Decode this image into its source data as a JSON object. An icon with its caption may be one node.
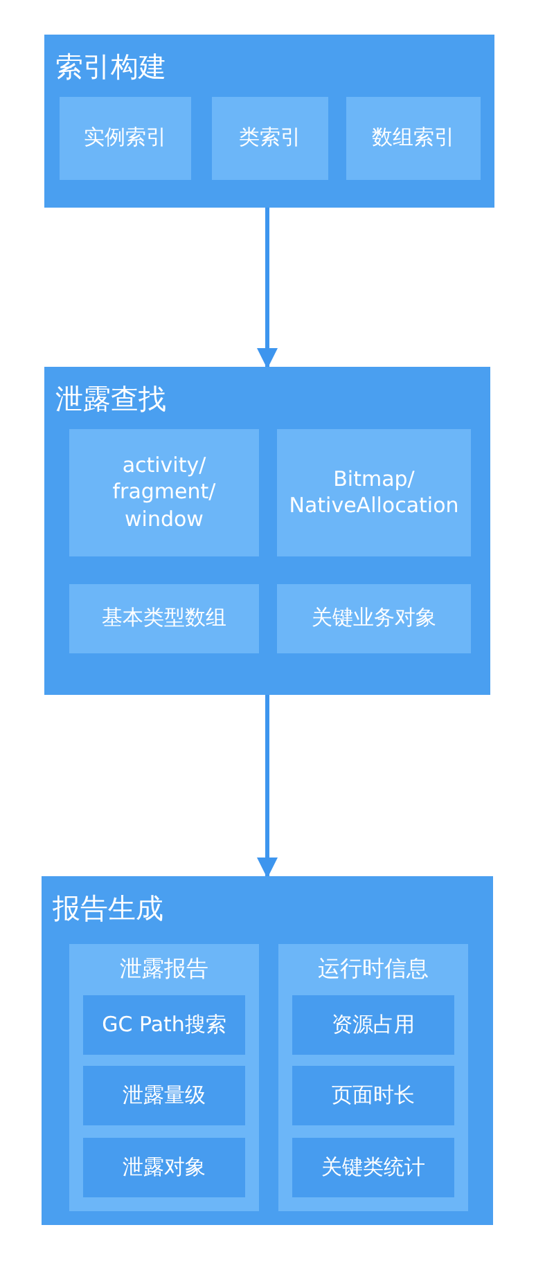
{
  "diagram": {
    "nodes": [
      {
        "text": [
          "索引构建"
        ]
      },
      {
        "text": [
          "实例索引"
        ],
        "in": 0
      },
      {
        "text": [
          "类索引"
        ],
        "in": 0
      },
      {
        "text": [
          "数组索引"
        ],
        "in": 0
      },
      {
        "text": [
          "泄露查找"
        ]
      },
      {
        "text": [
          "activity/ fragment/ window"
        ],
        "in": 4
      },
      {
        "text": [
          "Bitmap/ NativeAllocation"
        ],
        "in": 4
      },
      {
        "text": [
          "基本类型数组"
        ],
        "in": 4
      },
      {
        "text": [
          "关键业务对象"
        ],
        "in": 4
      },
      {
        "text": [
          "报告生成"
        ]
      },
      {
        "text": [
          "泄露报告"
        ],
        "in": 9
      },
      {
        "text": [
          "GC Path搜索"
        ],
        "in": 10
      },
      {
        "text": [
          "泄露量级"
        ],
        "in": 10
      },
      {
        "text": [
          "泄露对象"
        ],
        "in": 10
      },
      {
        "text": [
          "运行时信息"
        ],
        "in": 9
      },
      {
        "text": [
          "资源占用"
        ],
        "in": 14
      },
      {
        "text": [
          "页面时长"
        ],
        "in": 14
      },
      {
        "text": [
          "关键类统计"
        ],
        "in": 14
      }
    ],
    "edges": [
      {
        "from": 0,
        "to": 4,
        "arrow": "to"
      },
      {
        "from": 4,
        "to": 9,
        "arrow": "to"
      }
    ]
  }
}
